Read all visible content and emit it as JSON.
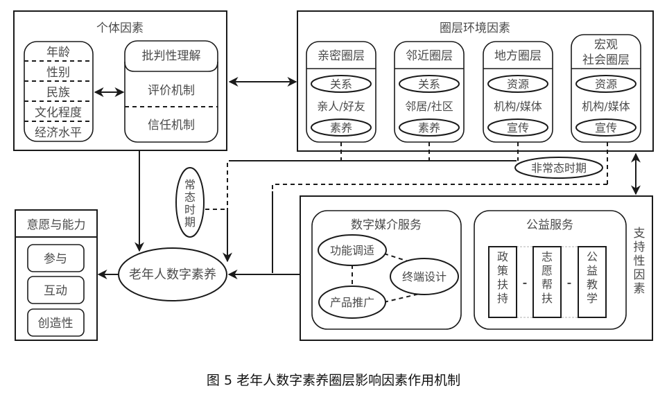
{
  "individual_factors": {
    "title": "个体因素",
    "demographics": [
      "年龄",
      "性别",
      "民族",
      "文化程度",
      "经济水平"
    ],
    "cognition": [
      "批判性理解",
      "评价机制",
      "信任机制"
    ]
  },
  "circle_environment": {
    "title": "圈层环境因素",
    "circles": [
      {
        "title": [
          "亲密圈层"
        ],
        "top": "关系",
        "middle": "亲人/好友",
        "bottom": "素养"
      },
      {
        "title": [
          "邻近圈层"
        ],
        "top": "关系",
        "middle": "邻居/社区",
        "bottom": "素养"
      },
      {
        "title": [
          "地方圈层"
        ],
        "top": "资源",
        "middle": "机构/媒体",
        "bottom": "宣传"
      },
      {
        "title": [
          "宏观",
          "社会圈层"
        ],
        "top": "资源",
        "middle": "机构/媒体",
        "bottom": "宣传"
      }
    ]
  },
  "periods": {
    "normal": [
      "常",
      "态",
      "时",
      "期"
    ],
    "abnormal": "非常态时期"
  },
  "center": {
    "label": "老年人数字素养"
  },
  "willingness": {
    "title": "意愿与能力",
    "items": [
      "参与",
      "互动",
      "创造性"
    ]
  },
  "support": {
    "side_label": [
      "支",
      "持",
      "性",
      "因",
      "素"
    ],
    "digital_media": {
      "title": "数字媒介服务",
      "nodes": [
        "功能调适",
        "终端设计",
        "产品推广"
      ]
    },
    "public_welfare": {
      "title": "公益服务",
      "columns": [
        [
          "政",
          "策",
          "扶",
          "持"
        ],
        [
          "志",
          "愿",
          "帮",
          "扶"
        ],
        [
          "公",
          "益",
          "教",
          "学"
        ]
      ],
      "connector": "-"
    }
  },
  "caption": "图 5 老年人数字素养圈层影响因素作用机制"
}
